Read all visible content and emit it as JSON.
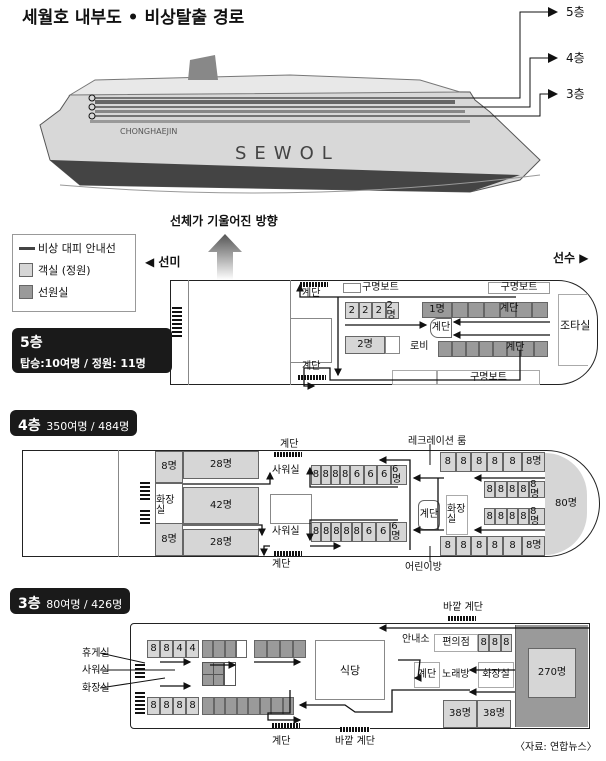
{
  "title": "세월호 내부도 • 비상탈출 경로",
  "ship": {
    "name": "SEWOL",
    "operator": "CHONGHAEJIN",
    "deck_labels": [
      "5층",
      "4층",
      "3층"
    ]
  },
  "tilt_label": "선체가 기울어진 방향",
  "legend": {
    "route": "비상 대피 안내선",
    "cabin": "객실 (정원)",
    "crew": "선원실"
  },
  "stern": "선미",
  "bow": "선수",
  "deck5": {
    "title": "5층",
    "info": "탑승:10여명 / 정원: 11명",
    "stairs": "계단",
    "lifeboat": "구명보트",
    "cabins": [
      "2",
      "2",
      "2",
      "2명"
    ],
    "crew_first": "1명",
    "cabin2": "2명",
    "lobby": "로비",
    "bridge": "조타실"
  },
  "deck4": {
    "title": "4층",
    "info": "350여명 / 484명",
    "stairs": "계단",
    "recreation": "레크레이션 룸",
    "kids": "어린이방",
    "shower": "사워실",
    "toilet": "화장실",
    "left": {
      "a": "8명",
      "b": "28명",
      "c": "42명"
    },
    "top_cabins": [
      "8",
      "8",
      "8",
      "8",
      "6",
      "6",
      "6",
      "6명"
    ],
    "bottom_cabins": [
      "8",
      "8",
      "8",
      "8",
      "8",
      "6",
      "6",
      "6명"
    ],
    "right_row": [
      "8",
      "8",
      "8",
      "8",
      "8",
      "8명"
    ],
    "mid_row": [
      "8",
      "8",
      "8",
      "8",
      "8명"
    ],
    "bow_room": "80명"
  },
  "deck3": {
    "title": "3층",
    "info": "80여명 / 426명",
    "lounge": "휴게실",
    "shower": "사워실",
    "toilet": "화장실",
    "top_left": [
      "8",
      "8",
      "4",
      "4"
    ],
    "bottom_left": [
      "8",
      "8",
      "8",
      "8"
    ],
    "restaurant": "식당",
    "info_desk": "안내소",
    "store": "편의점",
    "store_cabins": [
      "8",
      "8",
      "8"
    ],
    "stairs": "계단",
    "karaoke": "노래방",
    "outer_stairs": "바깥 계단",
    "c38a": "38명",
    "c38b": "38명",
    "bow_room": "270명"
  },
  "source": "〈자료: 연합뉴스〉"
}
